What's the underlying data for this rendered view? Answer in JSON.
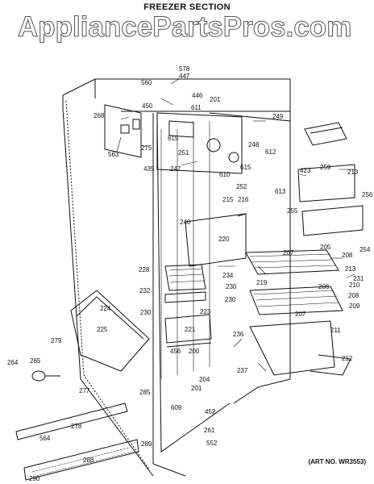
{
  "title": "FREEZER SECTION",
  "watermark": "AppliancePartsPros.com",
  "art_number": "(ART NO. WR3553)",
  "part_labels": {
    "p578": "578",
    "p447": "447",
    "p560": "560",
    "p446": "446",
    "p450": "450",
    "p611": "611",
    "p201": "201",
    "p268": "268",
    "p275": "275",
    "p563": "563",
    "p615a": "615",
    "p251": "251",
    "p249": "249",
    "p248": "248",
    "p612": "612",
    "p435": "435",
    "p247": "247",
    "p615b": "615",
    "p610": "610",
    "p252": "252",
    "p613": "613",
    "p423": "423",
    "p259": "259",
    "p213a": "213",
    "p256": "256",
    "p215": "215",
    "p216": "216",
    "p255": "255",
    "p240": "240",
    "p220": "220",
    "p205": "205",
    "p254": "254",
    "p228": "228",
    "p234": "234",
    "p207a": "207",
    "p208a": "208",
    "p213b": "213",
    "p231": "231",
    "p219": "219",
    "p230a": "230",
    "p206": "206",
    "p210": "210",
    "p232": "232",
    "p230b": "230",
    "p208b": "208",
    "p224": "224",
    "p223": "223",
    "p209": "209",
    "p230c": "230",
    "p207b": "207",
    "p225": "225",
    "p221": "221",
    "p211": "211",
    "p279": "279",
    "p236": "236",
    "p456": "456",
    "p200": "200",
    "p212": "212",
    "p264": "264",
    "p265": "265",
    "p237": "237",
    "p204": "204",
    "p201b": "201",
    "p285": "285",
    "p277": "277",
    "p609": "609",
    "p452": "452",
    "p278": "278",
    "p261": "261",
    "p289": "289",
    "p564": "564",
    "p552": "552",
    "p288": "288",
    "p290": "290"
  }
}
